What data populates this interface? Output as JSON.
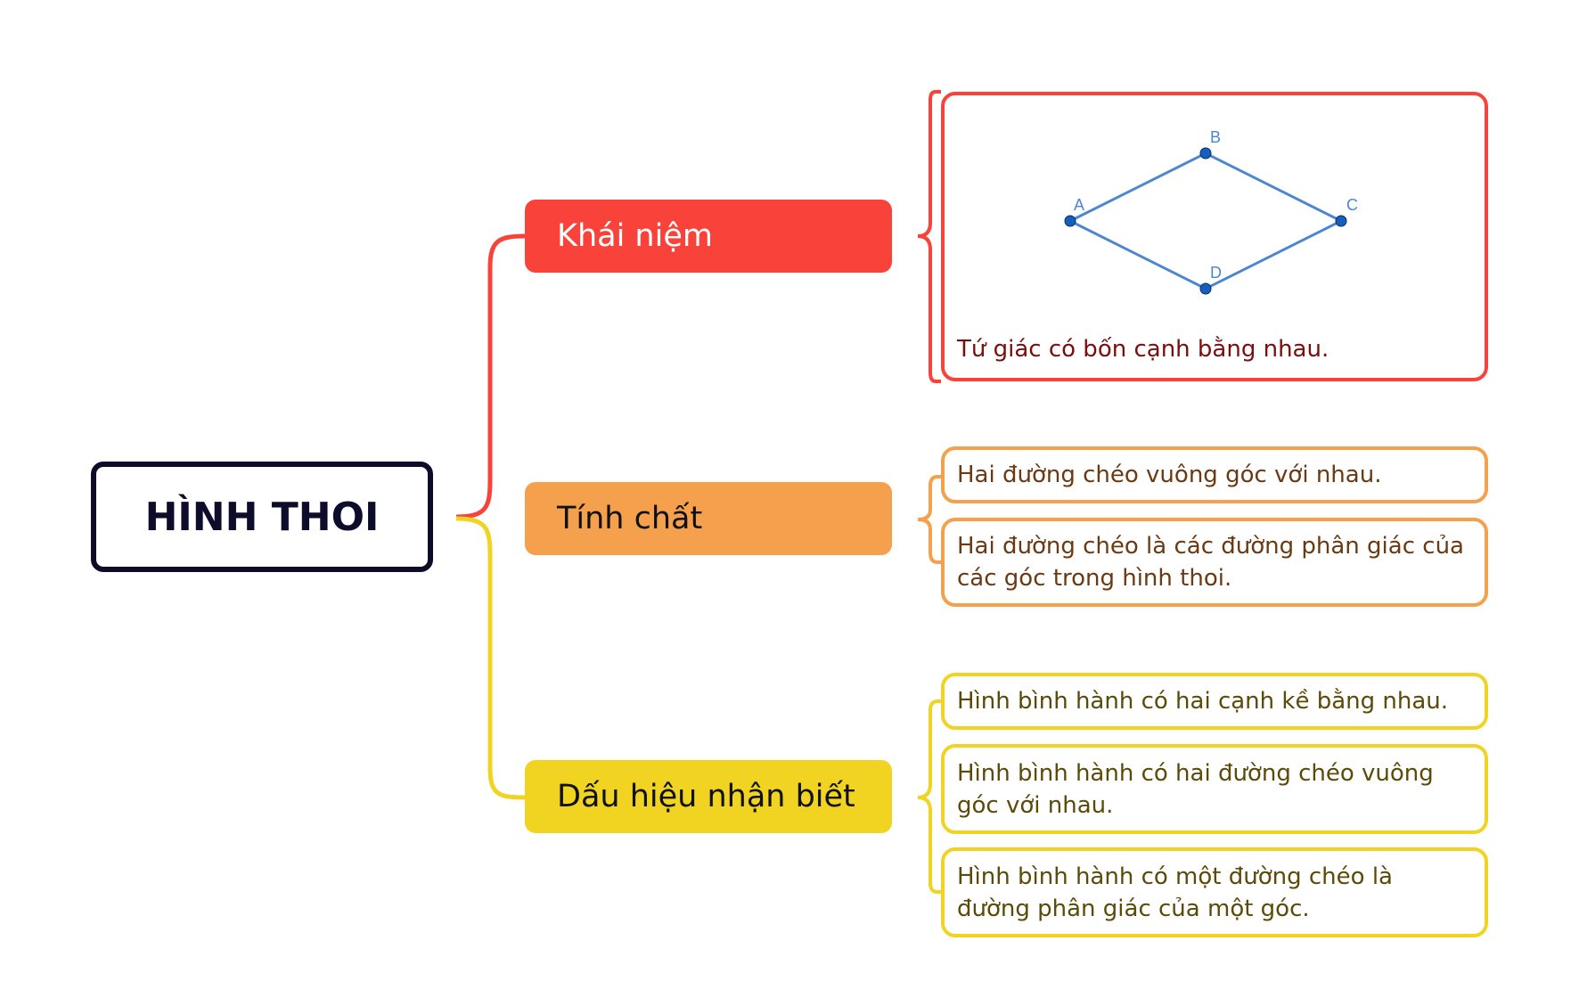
{
  "root": {
    "title": "HÌNH THOI"
  },
  "colors": {
    "red": "#f9423a",
    "orange": "#f4a04d",
    "yellow": "#f0d421",
    "rhombus": "#4a86d4",
    "point": "#1560bd"
  },
  "branches": [
    {
      "label": "Khái niệm",
      "details": [
        "Tứ giác có bốn cạnh bằng nhau."
      ]
    },
    {
      "label": "Tính chất",
      "details": [
        "Hai đường chéo vuông góc với nhau.",
        "Hai đường chéo là các đường phân giác của các góc trong hình thoi."
      ]
    },
    {
      "label": "Dấu hiệu nhận biết",
      "details": [
        "Hình bình hành có hai cạnh kề bằng nhau.",
        "Hình bình hành có hai đường chéo vuông góc với nhau.",
        "Hình bình hành có một đường chéo là đường phân giác của một góc."
      ]
    }
  ],
  "figure": {
    "points": [
      "A",
      "B",
      "C",
      "D"
    ]
  }
}
